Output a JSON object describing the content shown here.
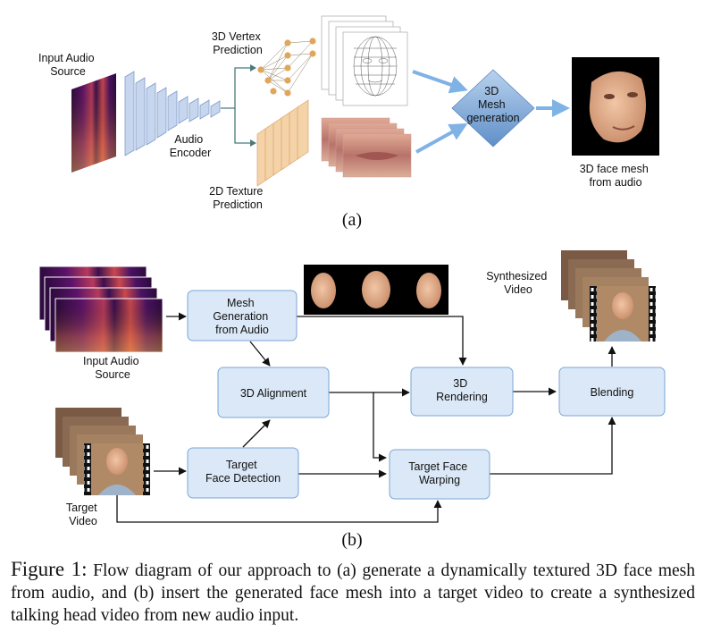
{
  "panel_a": {
    "input_audio_label": [
      "Input Audio",
      "Source"
    ],
    "audio_encoder_label": [
      "Audio",
      "Encoder"
    ],
    "vertex_prediction_label": [
      "3D Vertex",
      "Prediction"
    ],
    "texture_prediction_label": [
      "2D Texture",
      "Prediction"
    ],
    "mesh_generation_label": [
      "3D",
      "Mesh",
      "generation"
    ],
    "output_label": [
      "3D face mesh",
      "from audio"
    ],
    "panel_label": "(a)"
  },
  "panel_b": {
    "input_audio_label": [
      "Input Audio",
      "Source"
    ],
    "target_video_label": [
      "Target",
      "Video"
    ],
    "synthesized_video_label": [
      "Synthesized",
      "Video"
    ],
    "boxes": {
      "mesh_generation": [
        "Mesh",
        "Generation",
        "from Audio"
      ],
      "alignment": [
        "3D Alignment"
      ],
      "rendering": [
        "3D",
        "Rendering"
      ],
      "blending": [
        "Blending"
      ],
      "face_detection": [
        "Target",
        "Face Detection"
      ],
      "face_warping": [
        "Target Face",
        "Warping"
      ]
    },
    "panel_label": "(b)"
  },
  "caption": {
    "prefix": "Figure 1:",
    "text": " Flow diagram of our approach to (a) generate a dynamically textured 3D face mesh from audio, and (b) insert the generated face mesh into a target video to create a synthesized talking head video from new audio input."
  },
  "colors": {
    "box_fill": "#dbe8f7",
    "box_stroke": "#7aa6d6",
    "diamond": "#7fa7d4",
    "arrow_blue": "#7fb2e5",
    "encoder_blue": "#c6d6ee",
    "texture_orange": "#f5d3a8",
    "node_orange": "#e0a65b"
  },
  "icons": [
    "spectrogram-icon",
    "face-mesh-icon",
    "lips-texture-icon",
    "face-render-icon",
    "video-frames-icon"
  ]
}
